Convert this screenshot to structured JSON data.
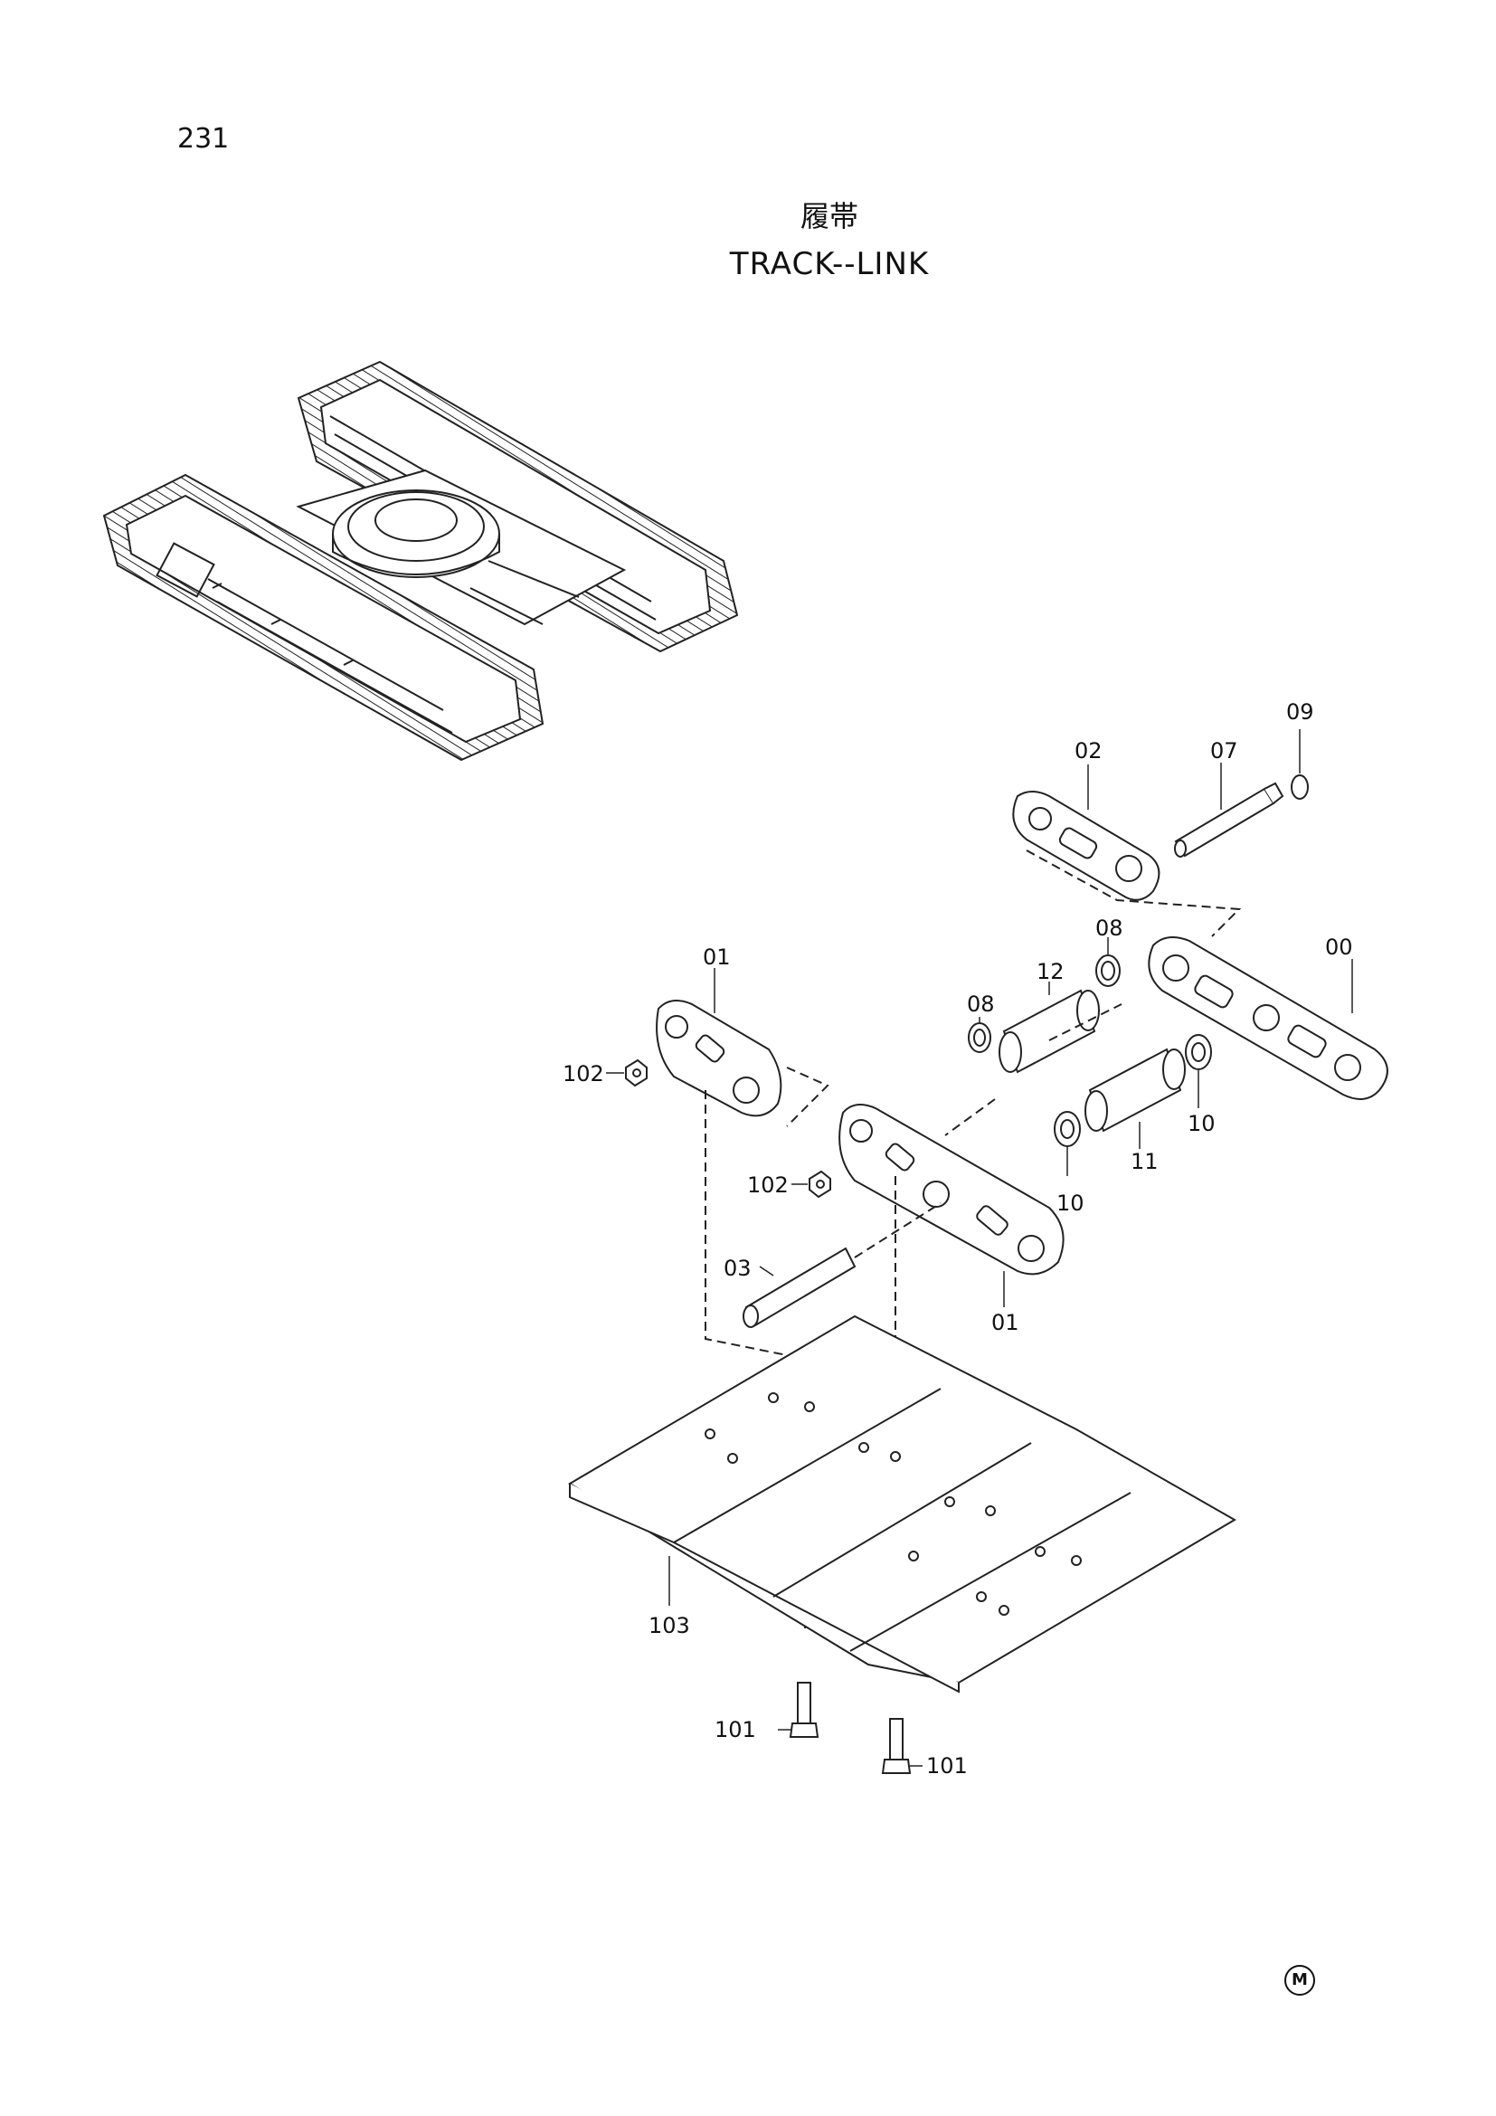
{
  "page": {
    "number": "231"
  },
  "title": {
    "japanese": "履帯",
    "english": "TRACK--LINK"
  },
  "callouts": {
    "c00": "00",
    "c01a": "01",
    "c01b": "01",
    "c02": "02",
    "c03": "03",
    "c07": "07",
    "c08a": "08",
    "c08b": "08",
    "c09": "09",
    "c10a": "10",
    "c10b": "10",
    "c11": "11",
    "c12": "12",
    "c101a": "101",
    "c101b": "101",
    "c102a": "102",
    "c102b": "102",
    "c103": "103"
  },
  "corner_mark": "M"
}
